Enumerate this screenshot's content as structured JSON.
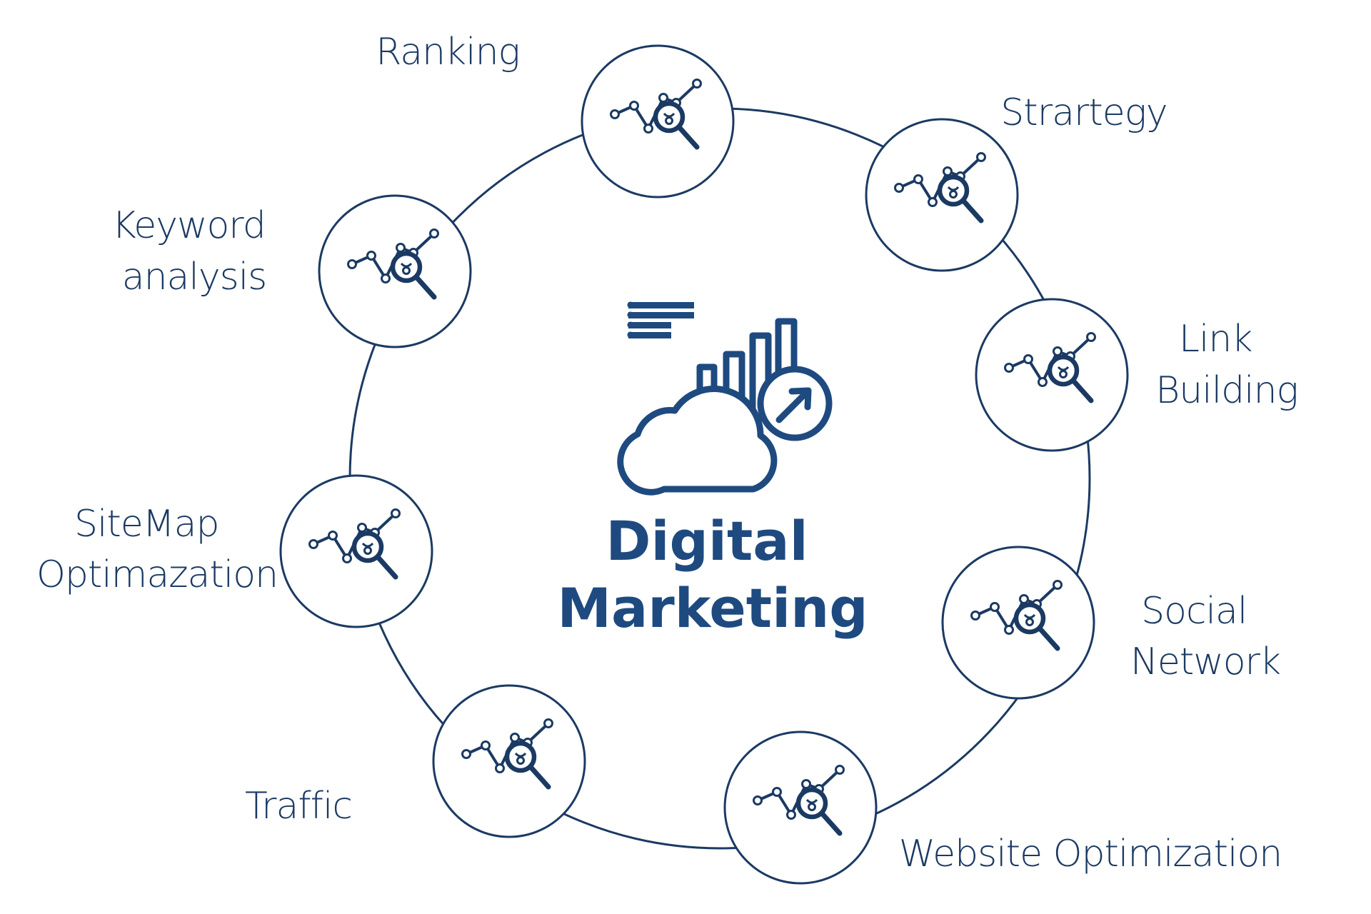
{
  "colors": {
    "stroke": "#1b3a63",
    "text": "#1b3a63",
    "accent": "#1e4a80",
    "background": "#ffffff"
  },
  "center": {
    "icon": "cloud-bar-chart-growth-icon",
    "logo_icon": "lines-logo-icon",
    "title_line1": "Digital",
    "title_line2": "Marketing"
  },
  "nodes": [
    {
      "id": "ranking",
      "icon": "seo-analytics-search-icon",
      "label_lines": [
        "Ranking"
      ]
    },
    {
      "id": "strategy",
      "icon": "seo-analytics-search-icon",
      "label_lines": [
        "Strartegy"
      ]
    },
    {
      "id": "link-building",
      "icon": "seo-analytics-search-icon",
      "label_lines": [
        "Link",
        "Building"
      ]
    },
    {
      "id": "social-network",
      "icon": "seo-analytics-search-icon",
      "label_lines": [
        "Social",
        "Network"
      ]
    },
    {
      "id": "website-optimization",
      "icon": "seo-analytics-search-icon",
      "label_lines": [
        "Website Optimization"
      ]
    },
    {
      "id": "traffic",
      "icon": "seo-analytics-search-icon",
      "label_lines": [
        "Traffic"
      ]
    },
    {
      "id": "sitemap-optimization",
      "icon": "seo-analytics-search-icon",
      "label_lines": [
        "SiteMap",
        "Optimazation"
      ]
    },
    {
      "id": "keyword-analysis",
      "icon": "seo-analytics-search-icon",
      "label_lines": [
        "Keyword",
        "analysis"
      ]
    }
  ]
}
